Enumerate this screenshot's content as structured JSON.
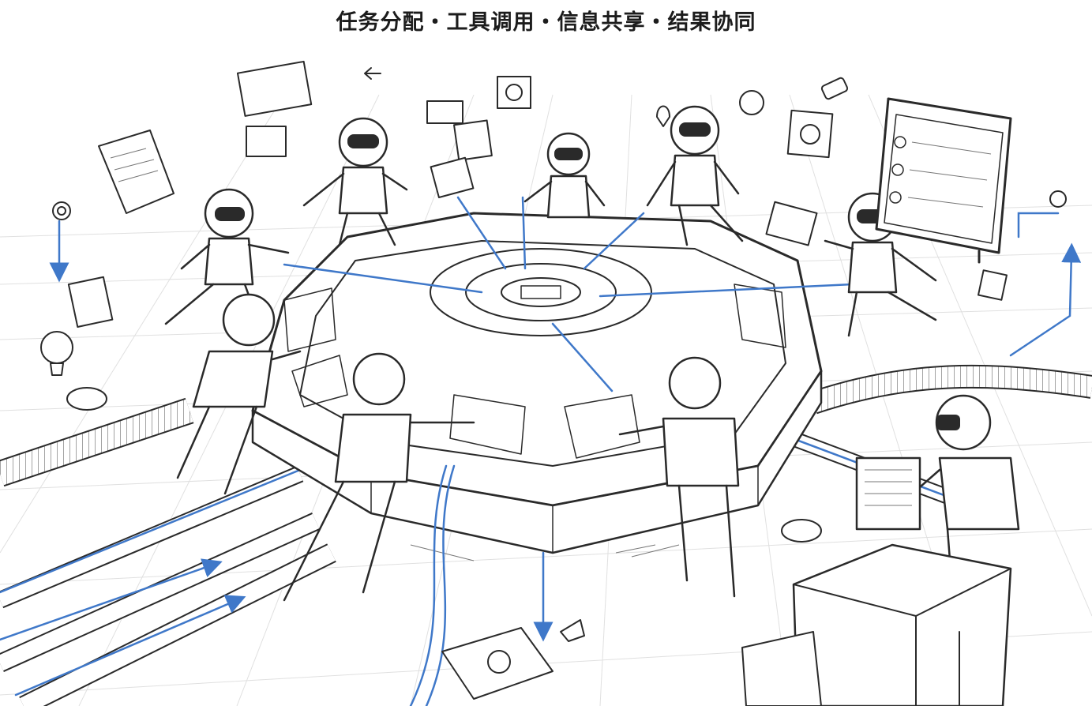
{
  "title": "任务分配・工具调用・信息共享・结果协同",
  "colors": {
    "line": "#2a2a2a",
    "accent_blue": "#3f78c9",
    "background": "#ffffff"
  },
  "scene": {
    "center": "octagon-console",
    "agents": 9,
    "icons": [
      "document-icon",
      "pin-icon",
      "lightbulb-icon",
      "chart-icon",
      "arrow-icon",
      "monitor-icon",
      "gear-icon"
    ]
  }
}
